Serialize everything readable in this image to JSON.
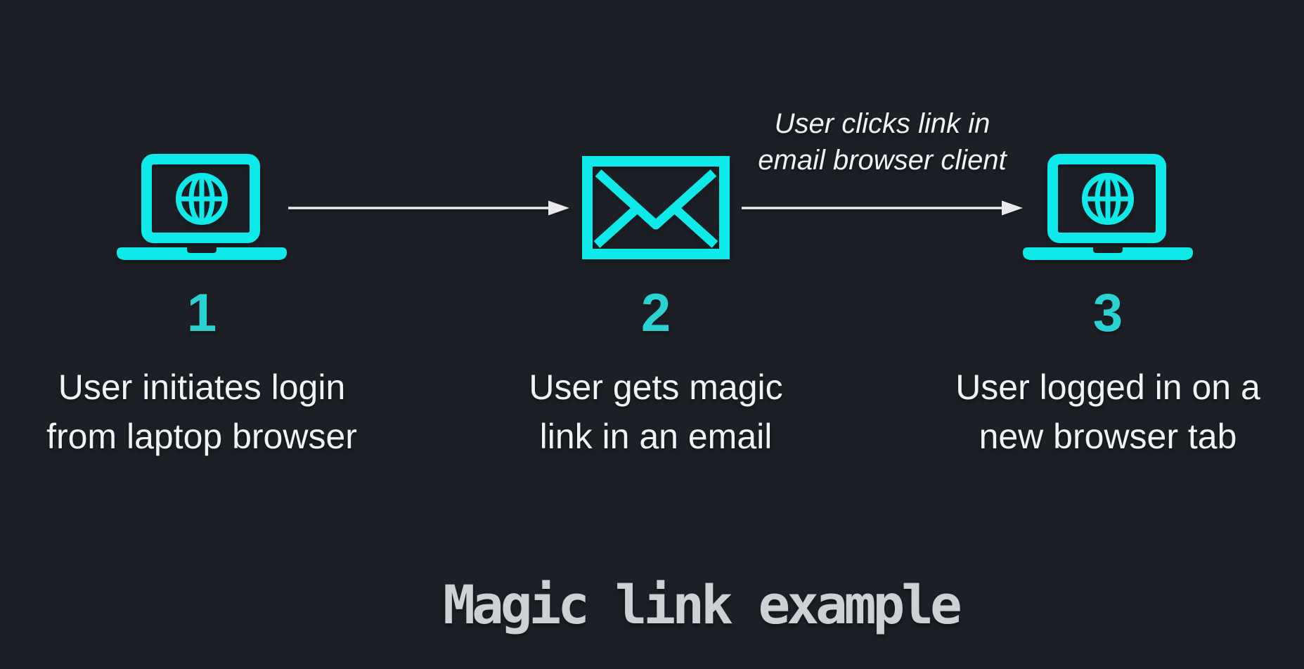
{
  "diagram": {
    "title": "Magic link example",
    "annotation": {
      "line1": "User clicks link in",
      "line2": "email browser client"
    },
    "steps": [
      {
        "number": "1",
        "icon": "laptop-globe-icon",
        "caption_line1": "User initiates login",
        "caption_line2": "from laptop browser"
      },
      {
        "number": "2",
        "icon": "envelope-icon",
        "caption_line1": "User gets magic",
        "caption_line2": "link in an email"
      },
      {
        "number": "3",
        "icon": "laptop-globe-icon",
        "caption_line1": "User logged in on a",
        "caption_line2": "new browser tab"
      }
    ],
    "colors": {
      "background": "#1c2026",
      "icon_cyan": "#0ee9e9",
      "number_cyan": "#2ad2d4",
      "body_text": "#f1f2f4",
      "arrow": "#e9eaec",
      "title_text": "#cdd0d5"
    }
  }
}
